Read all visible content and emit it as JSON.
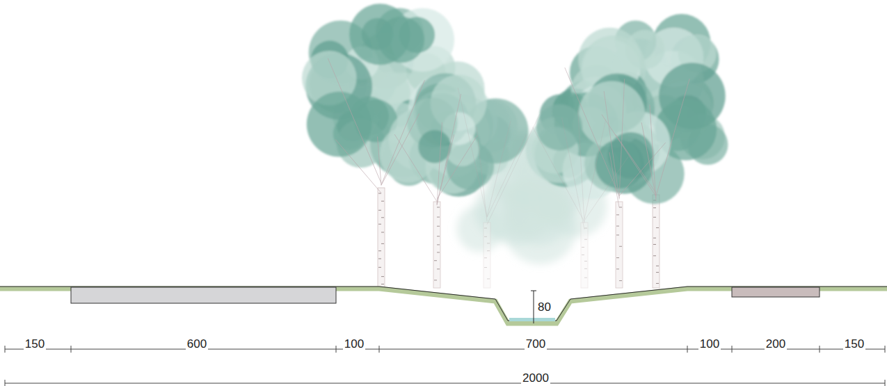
{
  "diagram": {
    "labels": [
      "80",
      "150",
      "600",
      "100",
      "700",
      "100",
      "200",
      "150",
      "2000"
    ]
  }
}
